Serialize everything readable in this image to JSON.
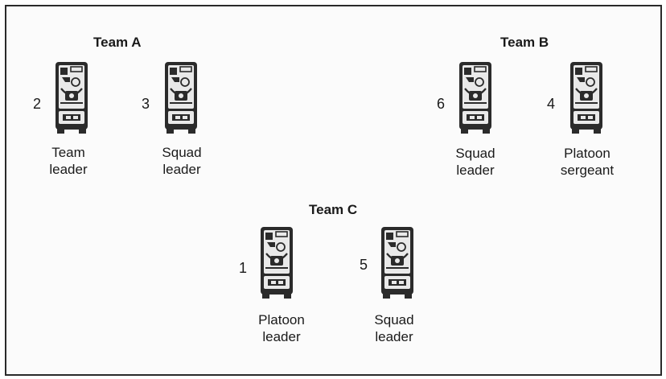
{
  "teams": [
    {
      "name": "Team A",
      "units": [
        {
          "number": "2",
          "role_line1": "Team",
          "role_line2": "leader"
        },
        {
          "number": "3",
          "role_line1": "Squad",
          "role_line2": "leader"
        }
      ]
    },
    {
      "name": "Team B",
      "units": [
        {
          "number": "6",
          "role_line1": "Squad",
          "role_line2": "leader"
        },
        {
          "number": "4",
          "role_line1": "Platoon",
          "role_line2": "sergeant"
        }
      ]
    },
    {
      "name": "Team C",
      "units": [
        {
          "number": "1",
          "role_line1": "Platoon",
          "role_line2": "leader"
        },
        {
          "number": "5",
          "role_line1": "Squad",
          "role_line2": "leader"
        }
      ]
    }
  ],
  "icon": "radio-device-icon",
  "colors": {
    "device": "#2b2b2b",
    "device_light": "#e9e9e9",
    "border": "#2a2a2a"
  }
}
